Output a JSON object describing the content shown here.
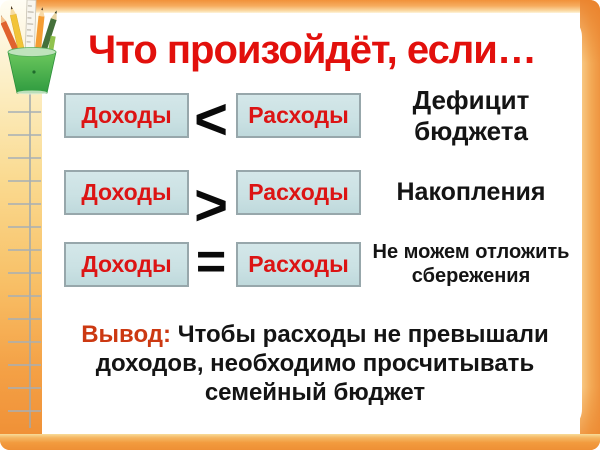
{
  "slide": {
    "title": "Что произойдёт, если…",
    "rows": [
      {
        "left": "Доходы",
        "operator": "<",
        "right": "Расходы",
        "result": "Дефицит бюджета"
      },
      {
        "left": "Доходы",
        "operator": ">",
        "right": "Расходы",
        "result": "Накопления"
      },
      {
        "left": "Доходы",
        "operator": "=",
        "right": "Расходы",
        "result_line1": "Не можем отложить",
        "result_line2": "сбережения"
      }
    ],
    "conclusion": {
      "label": "Вывод:",
      "line1": "Чтобы  расходы не превышали",
      "line2": "доходов, необходимо просчитывать",
      "line3": "семейный бюджет"
    },
    "decor_icons": [
      "pencil-cup-icon",
      "notebook-margin-ruling"
    ]
  },
  "colors": {
    "title_red": "#E2100C",
    "box_text_red": "#DC1414",
    "box_fill": "#CAE1E3",
    "box_border": "#97A7AB",
    "operator_black": "#0A0A0A",
    "result_text": "#141414",
    "conclusion_label": "#CC3912",
    "frame_orange": "#F29B3E",
    "frame_pale_yellow": "#FBE3A4"
  }
}
